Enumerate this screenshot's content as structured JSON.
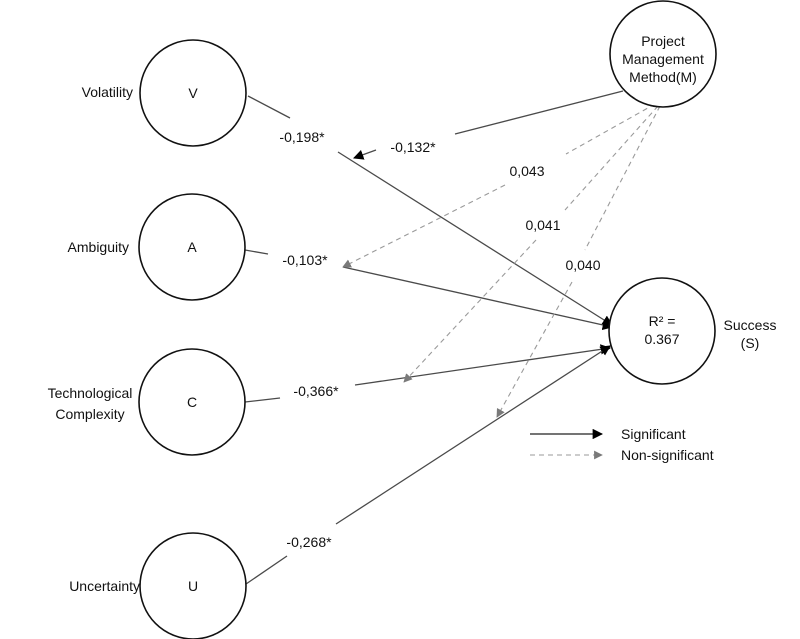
{
  "nodes": {
    "V": {
      "symbol": "V",
      "label": "Volatility"
    },
    "A": {
      "symbol": "A",
      "label": "Ambiguity"
    },
    "C": {
      "symbol": "C",
      "label_line1": "Technological",
      "label_line2": "Complexity"
    },
    "U": {
      "symbol": "U",
      "label": "Uncertainty"
    },
    "M": {
      "line1": "Project",
      "line2": "Management",
      "line3": "Method(M)"
    },
    "S": {
      "line1": "R² =",
      "line2": "0.367",
      "label_line1": "Success",
      "label_line2": "(S)"
    }
  },
  "paths": {
    "V_S": {
      "coef": "-0,198*",
      "significant": true
    },
    "A_S": {
      "coef": "-0,103*",
      "significant": true
    },
    "C_S": {
      "coef": "-0,366*",
      "significant": true
    },
    "U_S": {
      "coef": "-0,268*",
      "significant": true
    },
    "M_VS": {
      "coef": "-0,132*",
      "significant": true
    },
    "M_AS": {
      "coef": "0,043",
      "significant": false
    },
    "M_CS": {
      "coef": "0,041",
      "significant": false
    },
    "M_US": {
      "coef": "0,040",
      "significant": false
    }
  },
  "legend": {
    "significant": "Significant",
    "non_significant": "Non-significant"
  },
  "colors": {
    "significant_line": "#4a4a4a",
    "significant_head": "#000000",
    "non_significant_line": "#9a9a9a",
    "non_significant_head": "#7a7a7a"
  }
}
